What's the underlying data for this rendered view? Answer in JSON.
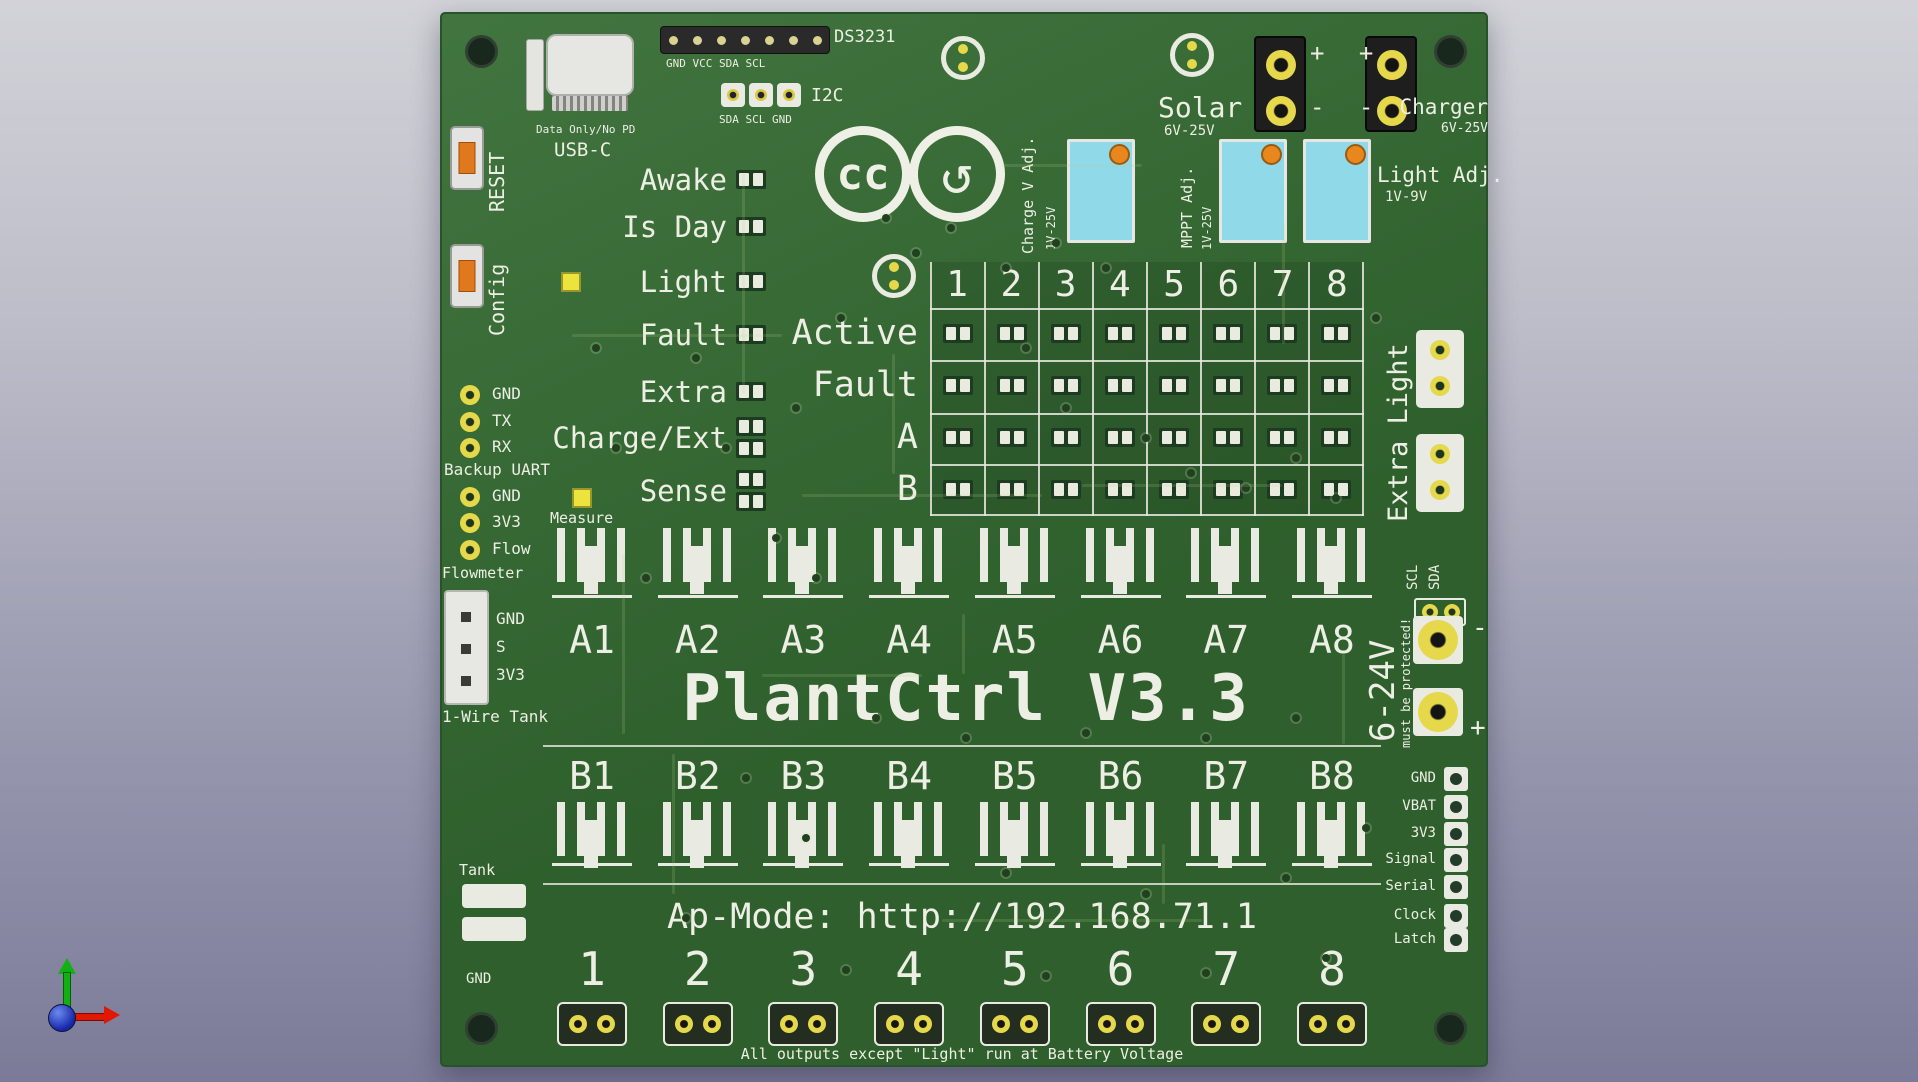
{
  "title": "PlantCtrl V3.3",
  "ap_mode": "Ap-Mode: http://192.168.71.1",
  "bottom_note": "All outputs except \"Light\" run at Battery Voltage",
  "cc": {
    "left": "cc",
    "right": "↺"
  },
  "top": {
    "ds3231": {
      "label": "DS3231",
      "pins": "GND VCC SDA SCL"
    },
    "i2c": {
      "label": "I2C",
      "pins": "SDA SCL GND"
    },
    "usb": {
      "note": "Data Only/No PD",
      "label": "USB-C"
    },
    "reset": "RESET",
    "config": "Config",
    "solar": {
      "label": "Solar",
      "range": "6V-25V"
    },
    "charger": {
      "label": "Charger",
      "range": "6V-25V"
    },
    "polarity": {
      "plus": "+ +",
      "minus": "- -"
    }
  },
  "pots": [
    {
      "label": "Charge V Adj.",
      "range": "1V-25V"
    },
    {
      "label": "MPPT Adj.",
      "range": "1V-25V"
    },
    {
      "label": "Light Adj.",
      "range": "1V-9V"
    }
  ],
  "status": {
    "labels": [
      "Awake",
      "Is Day",
      "Light",
      "Fault",
      "Extra",
      "Charge/Ext",
      "Sense"
    ]
  },
  "matrix": {
    "columns": [
      "1",
      "2",
      "3",
      "4",
      "5",
      "6",
      "7",
      "8"
    ],
    "rows": [
      "Active",
      "Fault",
      "A",
      "B"
    ]
  },
  "left": {
    "uart": {
      "label": "Backup UART",
      "pins": [
        "GND",
        "TX",
        "RX"
      ]
    },
    "flowmeter": {
      "label": "Flowmeter",
      "pins": [
        "GND",
        "3V3",
        "Flow"
      ]
    },
    "onewire": {
      "label": "1-Wire Tank",
      "pins": [
        "GND",
        "S",
        "3V3"
      ]
    },
    "measure": "Measure",
    "tank": {
      "label": "Tank",
      "gnd": "GND"
    }
  },
  "channels": {
    "a": [
      "A1",
      "A2",
      "A3",
      "A4",
      "A5",
      "A6",
      "A7",
      "A8"
    ],
    "b": [
      "B1",
      "B2",
      "B3",
      "B4",
      "B5",
      "B6",
      "B7",
      "B8"
    ],
    "out": [
      "1",
      "2",
      "3",
      "4",
      "5",
      "6",
      "7",
      "8"
    ]
  },
  "right": {
    "extra_light": "Extra Light",
    "scl": "SCL",
    "sda": "SDA",
    "power": {
      "label": "6-24V",
      "warning": "must be protected!",
      "minus": "-",
      "plus": "+"
    },
    "pins": [
      "GND",
      "VBAT",
      "3V3",
      "Signal",
      "Serial",
      "Clock",
      "Latch"
    ]
  }
}
